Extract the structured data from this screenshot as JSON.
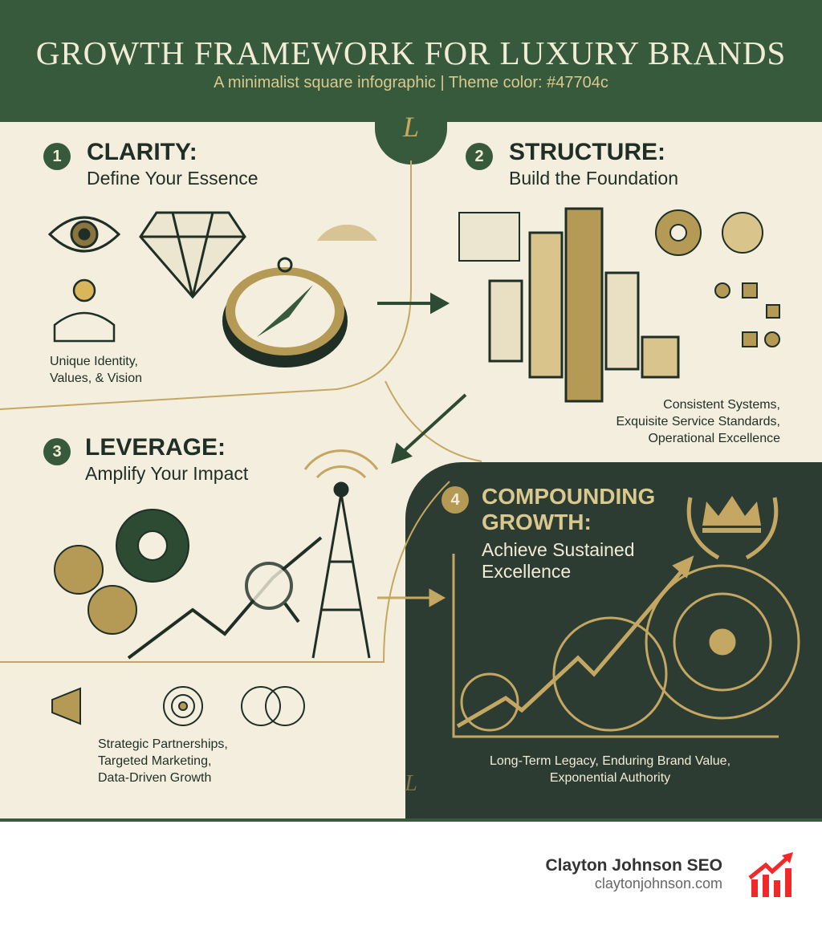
{
  "header": {
    "title": "GROWTH FRAMEWORK FOR LUXURY BRANDS",
    "subtitle": "A minimalist square infographic | Theme color: #47704c",
    "monogram": "L"
  },
  "colors": {
    "theme": "#47704c",
    "header_bg": "#375a3d",
    "cream": "#f3eedd",
    "gold": "#b59a55",
    "dark_panel": "#2d3c32",
    "logo_red": "#f02a2a"
  },
  "steps": [
    {
      "number": "1",
      "title": "CLARITY:",
      "subtitle": "Define Your Essence",
      "caption": [
        "Unique Identity,",
        "Values, & Vision"
      ]
    },
    {
      "number": "2",
      "title": "STRUCTURE:",
      "subtitle": "Build the Foundation",
      "caption": [
        "Consistent Systems,",
        "Exquisite Service Standards,",
        "Operational Excellence"
      ]
    },
    {
      "number": "3",
      "title": "LEVERAGE:",
      "subtitle": "Amplify Your Impact",
      "caption": [
        "Strategic Partnerships,",
        "Targeted Marketing,",
        "Data-Driven Growth"
      ]
    },
    {
      "number": "4",
      "title": [
        "COMPOUNDING",
        "GROWTH:"
      ],
      "subtitle": [
        "Achieve Sustained",
        "Excellence"
      ],
      "caption": [
        "Long-Term Legacy, Enduring Brand Value,",
        "Exponential Authority"
      ]
    }
  ],
  "footer": {
    "brand": "Clayton Johnson SEO",
    "url": "claytonjohnson.com",
    "logo_icon": "bar-chart-arrow-icon"
  }
}
